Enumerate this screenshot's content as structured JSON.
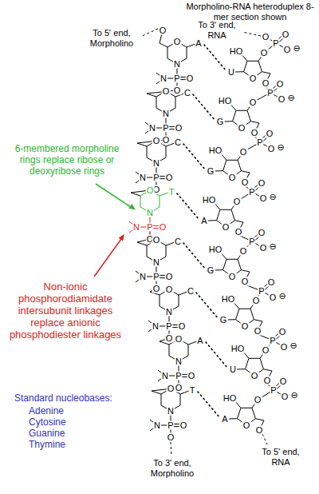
{
  "diagram": {
    "title": "Morpholino-RNA heteroduplex 8-mer section shown",
    "labels": [
      "To 3' end, RNA",
      "To 5' end, Morpholino",
      "6-membered morpholine rings replace ribose or deoxyribose rings",
      "Non-ionic phosphorodiamidate intersubunit linkages replace anionic phosphodiester linkages",
      "Standard nucleobases:",
      "Adenine",
      "Cytosine",
      "Guanine",
      "Thymine",
      "To 5' end, RNA",
      "To 3' end, Morpholino",
      "O",
      "O",
      "A",
      "N",
      "N",
      "P",
      "O",
      "O",
      "O",
      "C",
      "N",
      "N",
      "P",
      "O",
      "O",
      "O",
      "C",
      "N",
      "N",
      "P",
      "O",
      "O",
      "O",
      "T",
      "N",
      "N",
      "P",
      "O",
      "O",
      "O",
      "C",
      "N",
      "N",
      "P",
      "O",
      "O",
      "O",
      "C",
      "N",
      "N",
      "P",
      "O",
      "O",
      "O",
      "A",
      "N",
      "N",
      "P",
      "O",
      "O",
      "O",
      "T",
      "N",
      "N",
      "P",
      "O",
      "O",
      "O",
      "O",
      "P",
      "O",
      "O",
      "⊖",
      "O",
      "U",
      "HO",
      "O",
      "O",
      "P",
      "O",
      "O",
      "⊖",
      "O",
      "G",
      "HO",
      "O",
      "O",
      "P",
      "O",
      "O",
      "⊖",
      "O",
      "G",
      "HO",
      "O",
      "O",
      "P",
      "O",
      "O",
      "⊖",
      "O",
      "A",
      "HO",
      "O",
      "O",
      "P",
      "O",
      "O",
      "⊖",
      "O",
      "G",
      "HO",
      "O",
      "O",
      "P",
      "O",
      "O",
      "⊖",
      "O",
      "G",
      "HO",
      "O",
      "O",
      "P",
      "O",
      "O",
      "⊖",
      "O",
      "U",
      "HO",
      "O",
      "O",
      "P",
      "O",
      "O",
      "⊖",
      "O",
      "A",
      "HO",
      "O"
    ]
  }
}
